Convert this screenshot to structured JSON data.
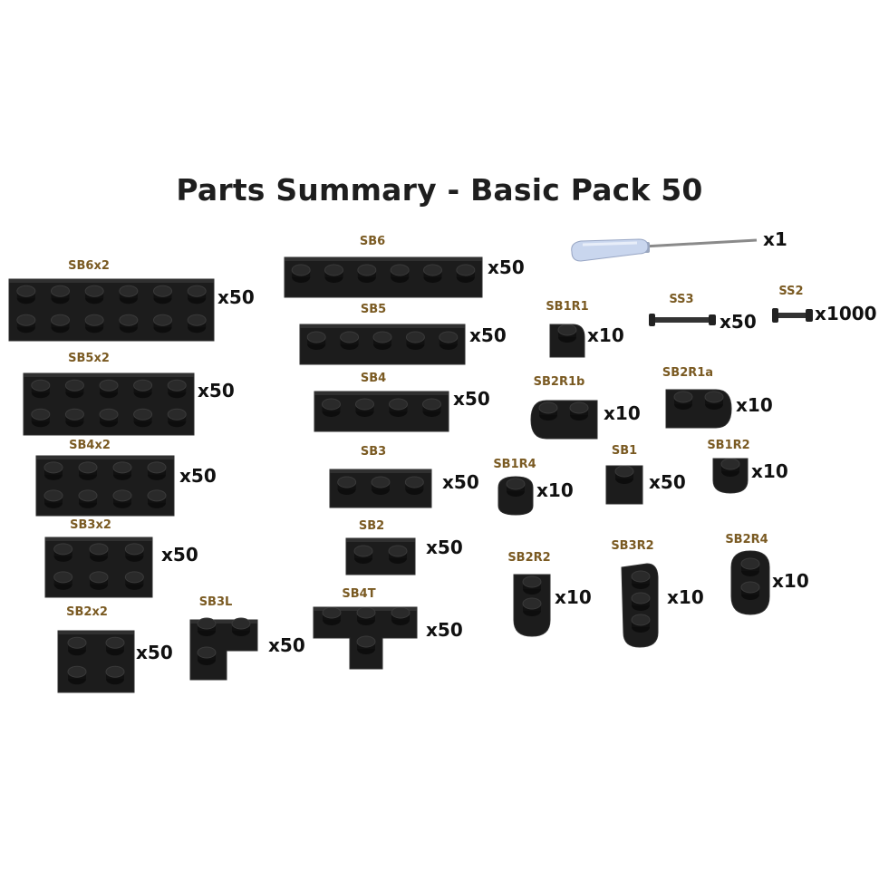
{
  "title": "Parts Summary - Basic Pack 50",
  "colors": {
    "brick": "#1c1c1c",
    "stud": "#111111",
    "code_label": "#7a5a22",
    "screwdriver_handle": "#c9d6ee"
  },
  "tools": [
    {
      "id": "screwdriver",
      "icon": "screwdriver-icon",
      "qty": "x1"
    },
    {
      "code": "SS3",
      "icon": "screw-icon",
      "qty": "x50"
    },
    {
      "code": "SS2",
      "icon": "screw-icon",
      "qty": "x1000"
    }
  ],
  "parts": {
    "SB6x2": {
      "code": "SB6x2",
      "qty": "x50"
    },
    "SB5x2": {
      "code": "SB5x2",
      "qty": "x50"
    },
    "SB4x2": {
      "code": "SB4x2",
      "qty": "x50"
    },
    "SB3x2": {
      "code": "SB3x2",
      "qty": "x50"
    },
    "SB2x2": {
      "code": "SB2x2",
      "qty": "x50"
    },
    "SB3L": {
      "code": "SB3L",
      "qty": "x50"
    },
    "SB6": {
      "code": "SB6",
      "qty": "x50"
    },
    "SB5": {
      "code": "SB5",
      "qty": "x50"
    },
    "SB4": {
      "code": "SB4",
      "qty": "x50"
    },
    "SB3": {
      "code": "SB3",
      "qty": "x50"
    },
    "SB2": {
      "code": "SB2",
      "qty": "x50"
    },
    "SB4T": {
      "code": "SB4T",
      "qty": "x50"
    },
    "SB1R1": {
      "code": "SB1R1",
      "qty": "x10"
    },
    "SB2R1b": {
      "code": "SB2R1b",
      "qty": "x10"
    },
    "SB2R1a": {
      "code": "SB2R1a",
      "qty": "x10"
    },
    "SB1R4": {
      "code": "SB1R4",
      "qty": "x10"
    },
    "SB1": {
      "code": "SB1",
      "qty": "x50"
    },
    "SB1R2": {
      "code": "SB1R2",
      "qty": "x10"
    },
    "SB2R2": {
      "code": "SB2R2",
      "qty": "x10"
    },
    "SB3R2": {
      "code": "SB3R2",
      "qty": "x10"
    },
    "SB2R4": {
      "code": "SB2R4",
      "qty": "x10"
    }
  }
}
